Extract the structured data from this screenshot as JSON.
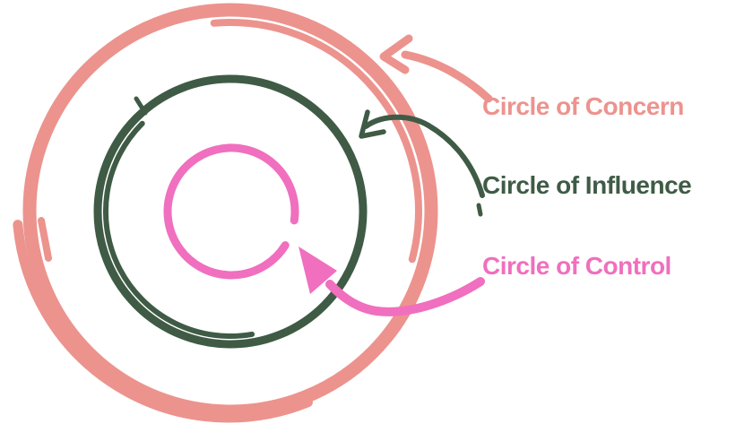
{
  "diagram": {
    "type": "concentric-circles-hand-drawn",
    "background_color": "#FFFFFF",
    "rings": [
      {
        "name": "Circle of Concern",
        "position": "outer",
        "color": "#EC938E"
      },
      {
        "name": "Circle of Influence",
        "position": "middle",
        "color": "#3F5B45"
      },
      {
        "name": "Circle of Control",
        "position": "inner",
        "color": "#F06FBE"
      }
    ],
    "labels": {
      "concern": "Circle of Concern",
      "influence": "Circle of Influence",
      "control": "Circle of Control"
    }
  }
}
